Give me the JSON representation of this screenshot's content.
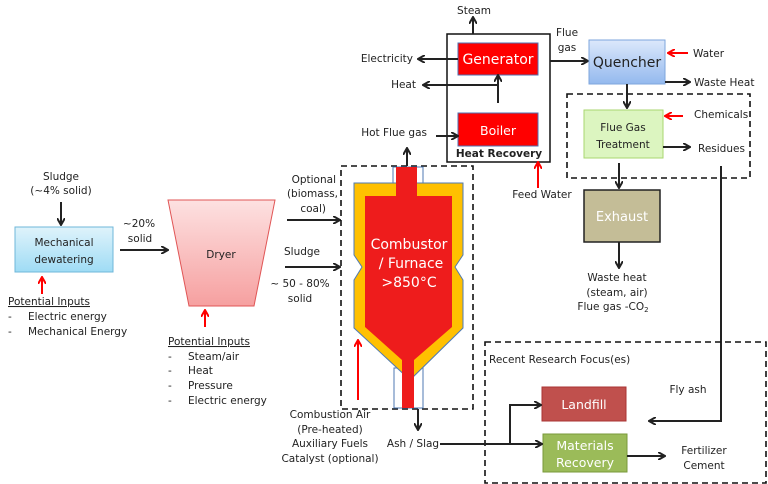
{
  "title": "",
  "colors": {
    "furnace_red": "#ee1c1c",
    "furnace_yellow": "#ffc000",
    "generator_red": "#ff0000",
    "landfill": "#c0504d",
    "materials": "#9bbb59",
    "exhaust": "#c4bd97",
    "quencher": "#a9c8f2",
    "treatment": "#dcf5c0",
    "dewatering": "#b0e4f5",
    "dryer": "#f8aaaa"
  },
  "dewatering": {
    "input_1": "Sludge",
    "input_2": "(~4% solid)",
    "label_1": "Mechanical",
    "label_2": "dewatering",
    "potential_title": "Potential Inputs",
    "potential": [
      "Electric energy",
      "Mechanical Energy"
    ],
    "output_1": "~20%",
    "output_2": "solid"
  },
  "dryer": {
    "label": "Dryer",
    "potential_title": "Potential Inputs",
    "potential": [
      "Steam/air",
      "Heat",
      "Pressure",
      "Electric energy"
    ]
  },
  "furnace": {
    "optional_1": "Optional",
    "optional_2": "(biomass,",
    "optional_3": "coal)",
    "sludge": "Sludge",
    "solid_1": "~ 50 - 80%",
    "solid_2": "solid",
    "label_1": "Combustor",
    "label_2": "/ Furnace",
    "label_3": ">850°C",
    "air": [
      "Combustion Air",
      "(Pre-heated)",
      "Auxiliary Fuels",
      "Catalyst (optional)"
    ],
    "ash": "Ash / Slag",
    "hot_flue": "Hot  Flue gas"
  },
  "heat_recovery": {
    "title": "Heat Recovery",
    "generator": "Generator",
    "boiler": "Boiler",
    "steam": "Steam",
    "electricity": "Electricity",
    "heat": "Heat",
    "feed_water": "Feed Water",
    "flue_1": "Flue",
    "flue_2": "gas"
  },
  "quencher": {
    "label": "Quencher",
    "water": "Water",
    "waste_heat": "Waste Heat"
  },
  "treatment": {
    "label_1": "Flue Gas",
    "label_2": "Treatment",
    "chemicals": "Chemicals",
    "residues": "Residues"
  },
  "exhaust": {
    "label": "Exhaust",
    "out_1": "Waste heat",
    "out_2": "(steam, air)",
    "out_3": "Flue gas -CO",
    "out_3_sub": "2"
  },
  "research": {
    "title": "Recent Research Focus(es)",
    "landfill": "Landfill",
    "materials_1": "Materials",
    "materials_2": "Recovery",
    "fly_ash": "Fly ash",
    "products_1": "Fertilizer",
    "products_2": "Cement"
  }
}
